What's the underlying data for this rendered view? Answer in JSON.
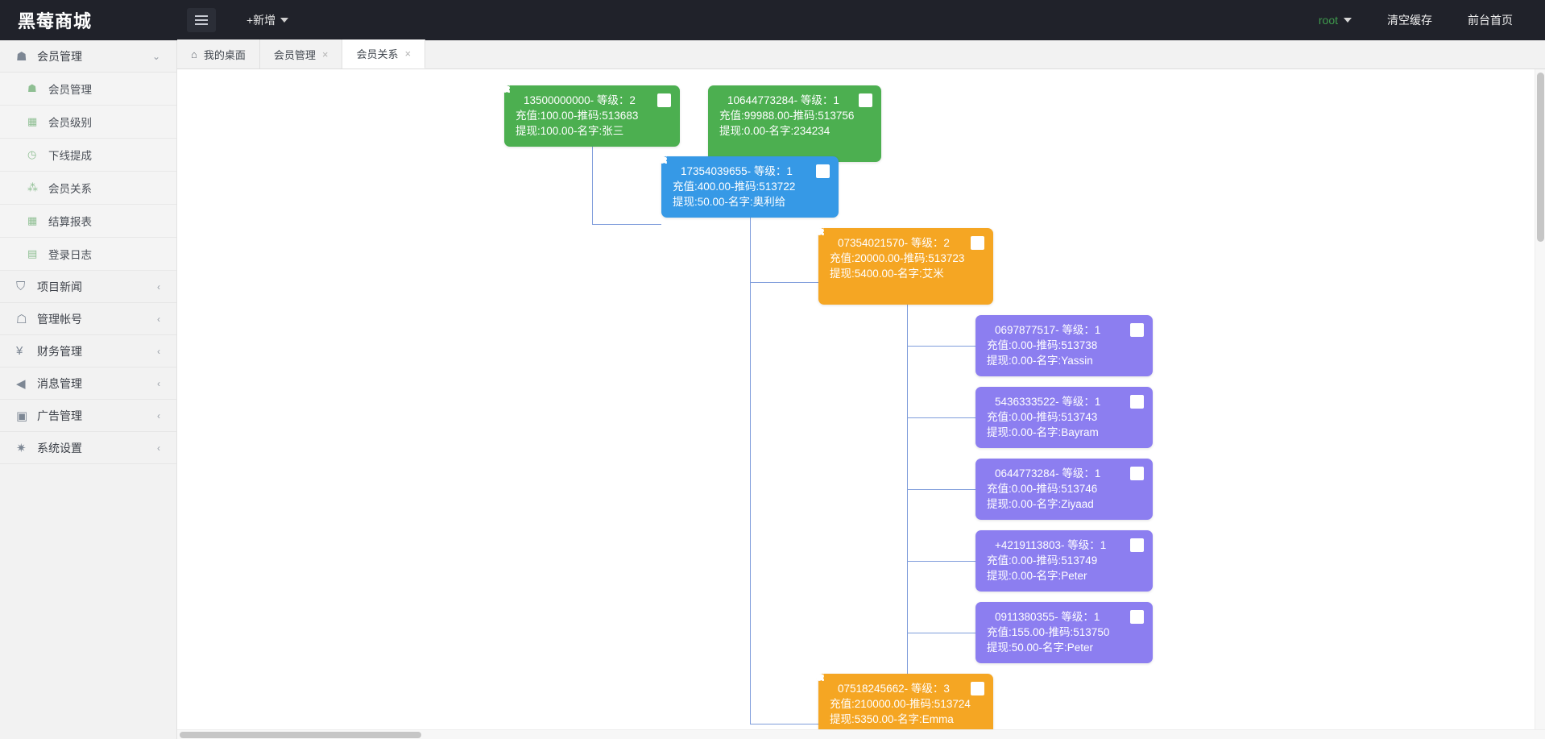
{
  "app": {
    "brand": "黑莓商城",
    "add_new": "+新增",
    "user": "root",
    "clear_cache": "清空缓存",
    "front_home": "前台首页"
  },
  "sidebar": {
    "groups": [
      {
        "label": "会员管理",
        "icon": "user-icon",
        "expanded": true,
        "chevron": "chevron-down-icon",
        "children": [
          {
            "label": "会员管理",
            "icon": "user-icon"
          },
          {
            "label": "会员级别",
            "icon": "grid-icon"
          },
          {
            "label": "下线提成",
            "icon": "chart-icon"
          },
          {
            "label": "会员关系",
            "icon": "tree-icon"
          },
          {
            "label": "结算报表",
            "icon": "grid-icon"
          },
          {
            "label": "登录日志",
            "icon": "log-icon"
          }
        ]
      },
      {
        "label": "项目新闻",
        "icon": "book-icon",
        "expanded": false,
        "chevron": "chevron-left-icon",
        "children": []
      },
      {
        "label": "管理帐号",
        "icon": "account-icon",
        "expanded": false,
        "chevron": "chevron-left-icon",
        "children": []
      },
      {
        "label": "财务管理",
        "icon": "yen-icon",
        "expanded": false,
        "chevron": "chevron-left-icon",
        "children": []
      },
      {
        "label": "消息管理",
        "icon": "speaker-icon",
        "expanded": false,
        "chevron": "chevron-left-icon",
        "children": []
      },
      {
        "label": "广告管理",
        "icon": "image-icon",
        "expanded": false,
        "chevron": "chevron-left-icon",
        "children": []
      },
      {
        "label": "系统设置",
        "icon": "gear-icon",
        "expanded": false,
        "chevron": "chevron-left-icon",
        "children": []
      }
    ]
  },
  "tabs": [
    {
      "label": "我的桌面",
      "icon": "home-icon",
      "closable": false,
      "active": false
    },
    {
      "label": "会员管理",
      "icon": "",
      "closable": true,
      "active": false,
      "close": "×"
    },
    {
      "label": "会员关系",
      "icon": "",
      "closable": true,
      "active": true,
      "close": "×"
    }
  ],
  "tree": {
    "nodes": [
      {
        "id": "n1",
        "color": "green",
        "line1": "13500000000- 等级：2",
        "line2": "充值:100.00-推码:513683",
        "line3": "提现:100.00-名字:张三",
        "phone": "13500000000",
        "level": "2",
        "recharge": "100.00",
        "code": "513683",
        "withdraw": "100.00",
        "name": "张三"
      },
      {
        "id": "n2",
        "color": "green",
        "line1": "10644773284- 等级：1",
        "line2": "充值:99988.00-推码:513756",
        "line3": "提现:0.00-名字:234234",
        "phone": "10644773284",
        "level": "1",
        "recharge": "99988.00",
        "code": "513756",
        "withdraw": "0.00",
        "name": "234234"
      },
      {
        "id": "n3",
        "color": "blue",
        "line1": "17354039655- 等级：1",
        "line2": "充值:400.00-推码:513722",
        "line3": "提现:50.00-名字:奥利给",
        "phone": "17354039655",
        "level": "1",
        "recharge": "400.00",
        "code": "513722",
        "withdraw": "50.00",
        "name": "奥利给"
      },
      {
        "id": "n4",
        "color": "orange",
        "line1": "07354021570- 等级：2",
        "line2": "充值:20000.00-推码:513723",
        "line3": "提现:5400.00-名字:艾米",
        "phone": "07354021570",
        "level": "2",
        "recharge": "20000.00",
        "code": "513723",
        "withdraw": "5400.00",
        "name": "艾米"
      },
      {
        "id": "n5",
        "color": "purple",
        "line1": "0697877517- 等级：1",
        "line2": "充值:0.00-推码:513738",
        "line3": "提现:0.00-名字:Yassin",
        "phone": "0697877517",
        "level": "1",
        "recharge": "0.00",
        "code": "513738",
        "withdraw": "0.00",
        "name": "Yassin"
      },
      {
        "id": "n6",
        "color": "purple",
        "line1": "5436333522- 等级：1",
        "line2": "充值:0.00-推码:513743",
        "line3": "提现:0.00-名字:Bayram",
        "phone": "5436333522",
        "level": "1",
        "recharge": "0.00",
        "code": "513743",
        "withdraw": "0.00",
        "name": "Bayram"
      },
      {
        "id": "n7",
        "color": "purple",
        "line1": "0644773284- 等级：1",
        "line2": "充值:0.00-推码:513746",
        "line3": "提现:0.00-名字:Ziyaad",
        "phone": "0644773284",
        "level": "1",
        "recharge": "0.00",
        "code": "513746",
        "withdraw": "0.00",
        "name": "Ziyaad"
      },
      {
        "id": "n8",
        "color": "purple",
        "line1": "+4219113803- 等级：1",
        "line2": "充值:0.00-推码:513749",
        "line3": "提现:0.00-名字:Peter",
        "phone": "+4219113803",
        "level": "1",
        "recharge": "0.00",
        "code": "513749",
        "withdraw": "0.00",
        "name": "Peter"
      },
      {
        "id": "n9",
        "color": "purple",
        "line1": "0911380355- 等级：1",
        "line2": "充值:155.00-推码:513750",
        "line3": "提现:50.00-名字:Peter",
        "phone": "0911380355",
        "level": "1",
        "recharge": "155.00",
        "code": "513750",
        "withdraw": "50.00",
        "name": "Peter"
      },
      {
        "id": "n10",
        "color": "orange",
        "line1": "07518245662- 等级：3",
        "line2": "充值:210000.00-推码:513724",
        "line3": "提现:5350.00-名字:Emma",
        "phone": "07518245662",
        "level": "3",
        "recharge": "210000.00",
        "code": "513724",
        "withdraw": "5350.00",
        "name": "Emma"
      }
    ]
  },
  "colors": {
    "green": "#4caf50",
    "blue": "#3699e6",
    "orange": "#f5a623",
    "purple": "#8c7ef0",
    "connector": "#7f9ddb",
    "topbar": "#20222a",
    "sidebar": "#f2f2f2"
  }
}
